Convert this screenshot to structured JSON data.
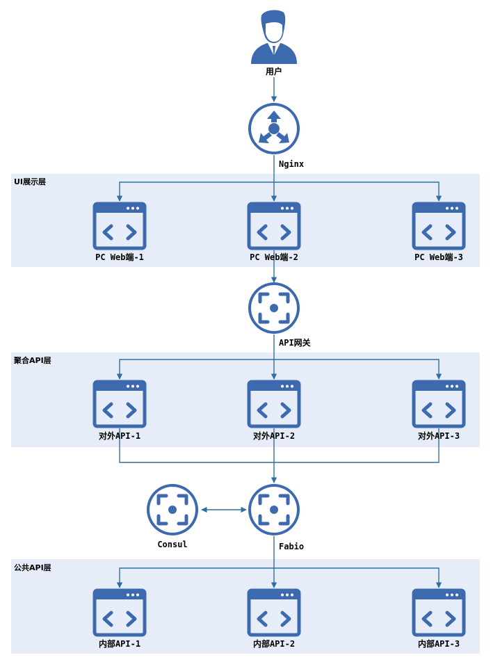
{
  "layers": [
    {
      "id": "ui",
      "label": "UI展示层"
    },
    {
      "id": "agg",
      "label": "聚合API层"
    },
    {
      "id": "pub",
      "label": "公共API层"
    }
  ],
  "nodes": {
    "user": {
      "label": "用户",
      "icon": "user-icon"
    },
    "nginx": {
      "label": "Nginx",
      "icon": "router-icon"
    },
    "web1": {
      "label": "PC Web端-1",
      "icon": "web-app-icon"
    },
    "web2": {
      "label": "PC Web端-2",
      "icon": "web-app-icon"
    },
    "web3": {
      "label": "PC Web端-3",
      "icon": "web-app-icon"
    },
    "gateway": {
      "label": "API网关",
      "icon": "gateway-icon"
    },
    "ext1": {
      "label": "对外API-1",
      "icon": "web-app-icon"
    },
    "ext2": {
      "label": "对外API-2",
      "icon": "web-app-icon"
    },
    "ext3": {
      "label": "对外API-3",
      "icon": "web-app-icon"
    },
    "consul": {
      "label": "Consul",
      "icon": "gateway-icon"
    },
    "fabio": {
      "label": "Fabio",
      "icon": "gateway-icon"
    },
    "int1": {
      "label": "内部API-1",
      "icon": "web-app-icon"
    },
    "int2": {
      "label": "内部API-2",
      "icon": "web-app-icon"
    },
    "int3": {
      "label": "内部API-3",
      "icon": "web-app-icon"
    }
  },
  "colors": {
    "icon": "#3d6aaf",
    "edge": "#2f6ea1",
    "layer_bg": "#e6edf8"
  }
}
